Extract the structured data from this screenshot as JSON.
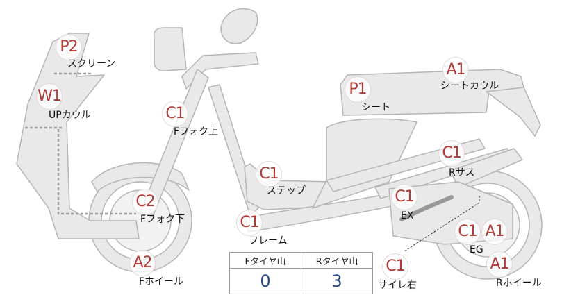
{
  "parts": [
    {
      "id": "screen",
      "code": "P2",
      "label": "スクリーン"
    },
    {
      "id": "up-cowl",
      "code": "W1",
      "label": "UPカウル"
    },
    {
      "id": "fork-upper",
      "code": "C1",
      "label": "Fフォク上"
    },
    {
      "id": "fork-lower",
      "code": "C2",
      "label": "Fフォク下"
    },
    {
      "id": "front-wheel",
      "code": "A2",
      "label": "Fホイール"
    },
    {
      "id": "step",
      "code": "C1",
      "label": "ステップ"
    },
    {
      "id": "frame",
      "code": "C1",
      "label": "フレーム"
    },
    {
      "id": "seat",
      "code": "P1",
      "label": "シート"
    },
    {
      "id": "seat-cowl",
      "code": "A1",
      "label": "シートカウル"
    },
    {
      "id": "rear-suspension",
      "code": "C1",
      "label": "Rサス"
    },
    {
      "id": "exhaust",
      "code": "C1",
      "label": "EX"
    },
    {
      "id": "engine",
      "code": "C1",
      "label": "EG"
    },
    {
      "id": "engine-2",
      "code": "A1",
      "label": ""
    },
    {
      "id": "rear-wheel",
      "code": "A1",
      "label": "Rホイール"
    },
    {
      "id": "silencer-right",
      "code": "C1",
      "label": "サイレ右"
    }
  ],
  "tire_tread": {
    "front_header": "Fタイヤ山",
    "rear_header": "Rタイヤ山",
    "front_value": "0",
    "rear_value": "3"
  },
  "colors": {
    "badge_text": "#b23a38",
    "body_fill": "#e8e8e8",
    "body_stroke": "#b4b4b4",
    "tire_value": "#2c4a8a"
  }
}
